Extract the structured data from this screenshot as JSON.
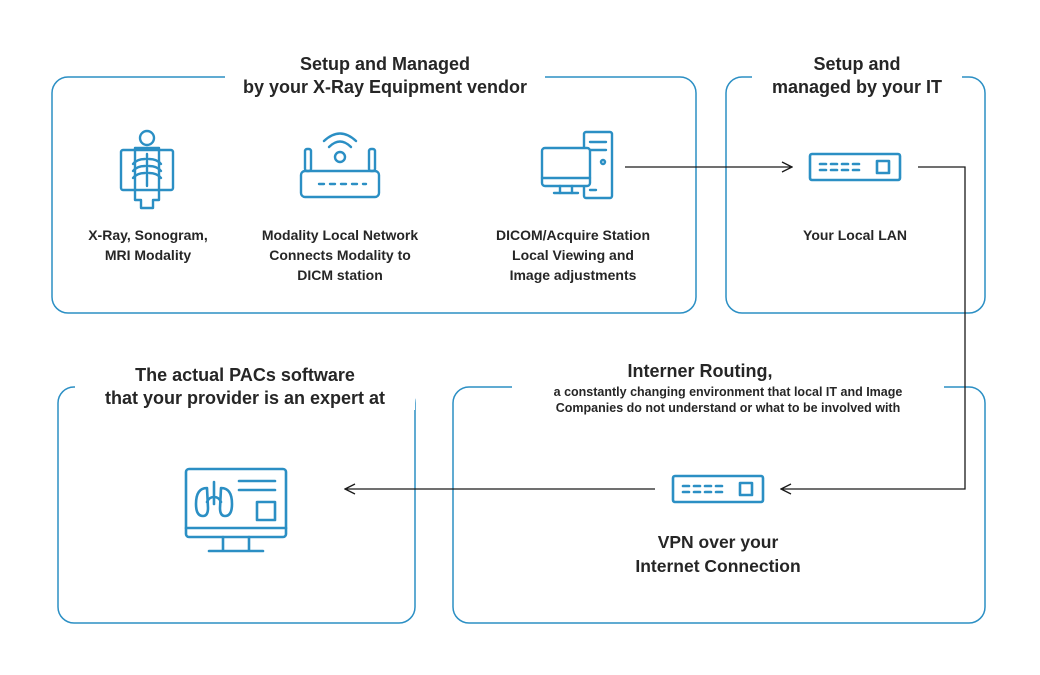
{
  "colors": {
    "accent": "#2b8fc4",
    "line": "#1a1a1a",
    "text": "#262626"
  },
  "vendor_box": {
    "title_lines": [
      "Setup and Managed",
      "by your X-Ray Equipment vendor"
    ],
    "modality": {
      "icon": "xray-body-icon",
      "lines": [
        "X-Ray, Sonogram,",
        "MRI Modality"
      ]
    },
    "local_network": {
      "icon": "wifi-router-icon",
      "lines": [
        "Modality Local Network",
        "Connects Modality to",
        "DICM station"
      ]
    },
    "dicom_station": {
      "icon": "desktop-computer-icon",
      "lines": [
        "DICOM/Acquire Station",
        "Local Viewing and",
        "Image adjustments"
      ]
    }
  },
  "it_box": {
    "title_lines": [
      "Setup and",
      "managed by your IT"
    ],
    "lan": {
      "icon": "network-switch-icon",
      "label": "Your Local LAN"
    }
  },
  "pacs_box": {
    "title_lines": [
      "The actual PACs software",
      "that your provider is an expert at"
    ],
    "icon": "lung-scan-monitor-icon"
  },
  "routing_box": {
    "title": "Interner Routing,",
    "subtitle_lines": [
      "a constantly changing environment that local IT and Image",
      "Companies do not understand or what to be involved with"
    ],
    "vpn": {
      "icon": "network-switch-icon",
      "lines": [
        "VPN over your",
        "Internet Connection"
      ]
    }
  }
}
